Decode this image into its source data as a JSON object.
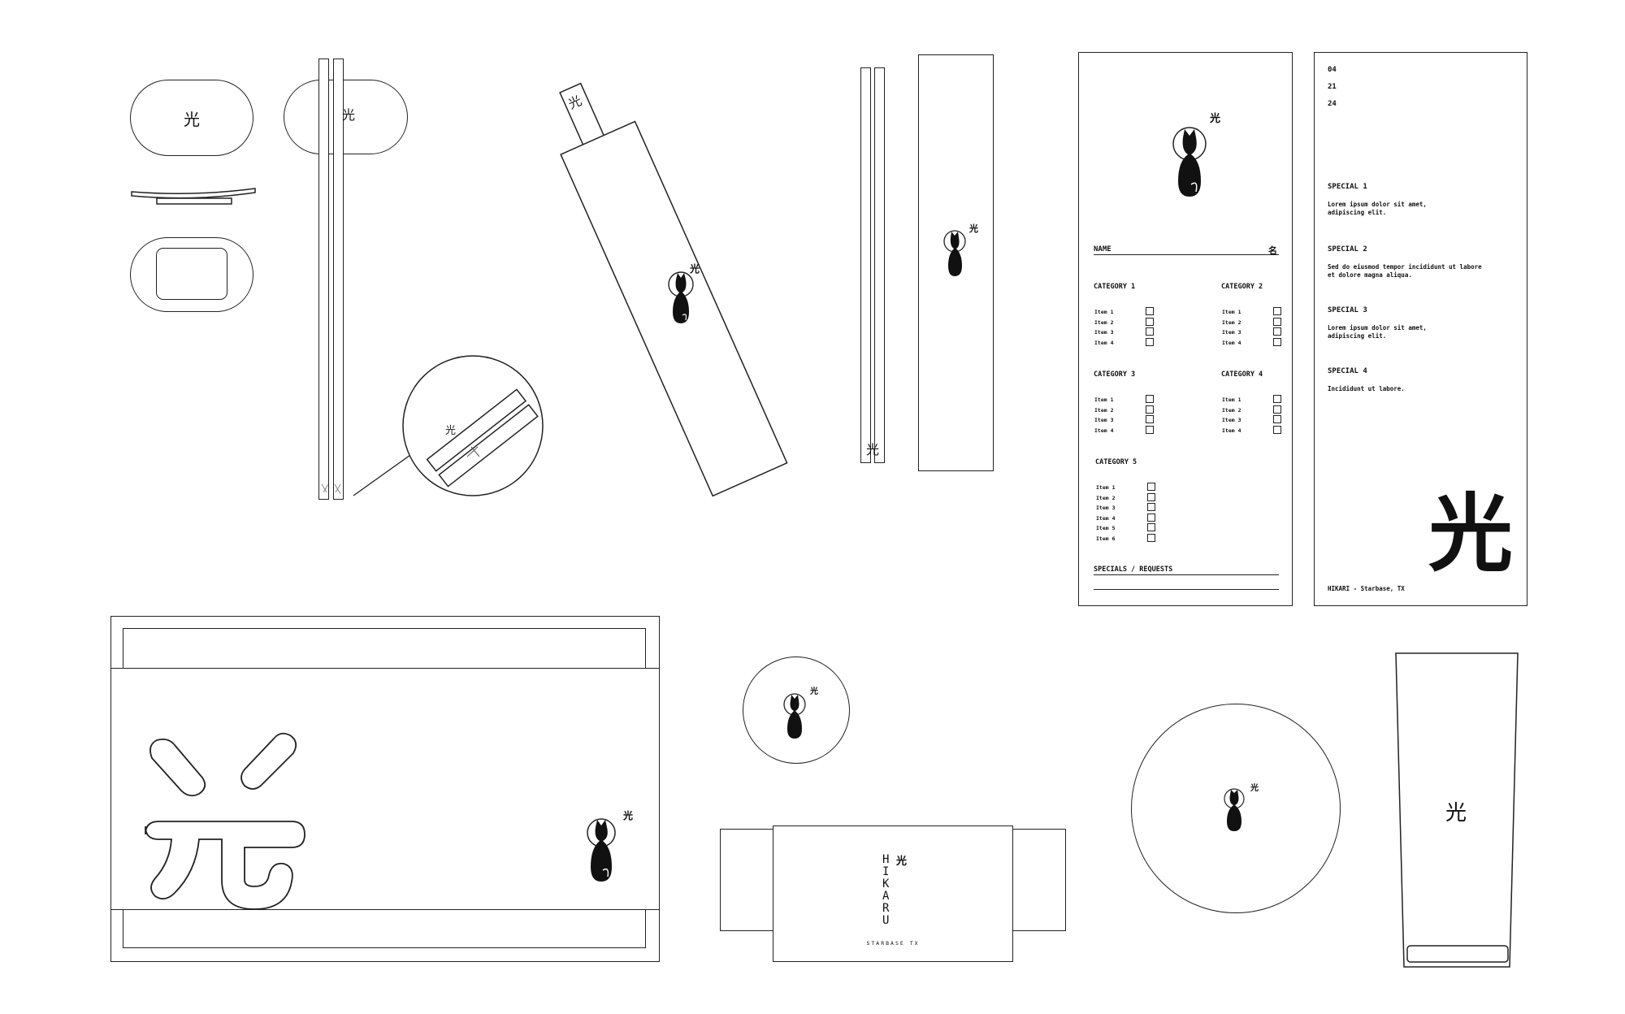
{
  "glyph": "光",
  "order_sheet": {
    "name_label": "NAME",
    "name_kanji": "名",
    "categories": [
      {
        "title": "CATEGORY 1",
        "items": [
          "Item 1",
          "Item 2",
          "Item 3",
          "Item 4"
        ]
      },
      {
        "title": "CATEGORY 2",
        "items": [
          "Item 1",
          "Item 2",
          "Item 3",
          "Item 4"
        ]
      },
      {
        "title": "CATEGORY 3",
        "items": [
          "Item 1",
          "Item 2",
          "Item 3",
          "Item 4"
        ]
      },
      {
        "title": "CATEGORY 4",
        "items": [
          "Item 1",
          "Item 2",
          "Item 3",
          "Item 4"
        ]
      },
      {
        "title": "CATEGORY 5",
        "items": [
          "Item 1",
          "Item 2",
          "Item 3",
          "Item 4",
          "Item 5",
          "Item 6"
        ]
      }
    ],
    "specials_label": "SPECIALS / REQUESTS"
  },
  "specials_menu": {
    "date_lines": [
      "04",
      "21",
      "24"
    ],
    "specials": [
      {
        "title": "SPECIAL 1",
        "desc": "Lorem ipsum dolor sit amet,\nadipiscing elit."
      },
      {
        "title": "SPECIAL 2",
        "desc": "Sed do eiusmod tempor incididunt ut labore\net dolore magna aliqua."
      },
      {
        "title": "SPECIAL 3",
        "desc": "Lorem ipsum dolor sit amet,\nadipiscing elit."
      },
      {
        "title": "SPECIAL 4",
        "desc": "Incididunt ut labore."
      }
    ],
    "footer": "HIKARI - Starbase, TX"
  },
  "wrap_band": {
    "vertical_name": "HIKARU",
    "location": "STARBASE TX"
  },
  "colors": {
    "line": "#222222",
    "ink": "#111111",
    "paper": "#ffffff"
  }
}
